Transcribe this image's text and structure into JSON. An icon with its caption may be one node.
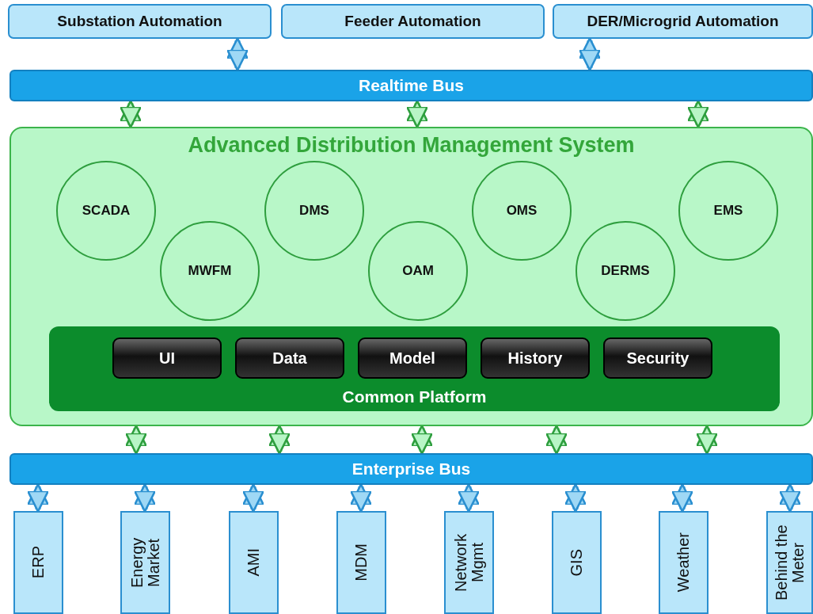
{
  "diagram": {
    "nodes": [
      {
        "text": [
          "Substation Automation"
        ]
      },
      {
        "text": [
          "Feeder Automation"
        ]
      },
      {
        "text": [
          "DER/Microgrid Automation"
        ]
      },
      {
        "text": [
          "Realtime Bus"
        ]
      },
      {
        "text": [
          "Advanced Distribution Management System"
        ]
      },
      {
        "text": [
          "SCADA"
        ],
        "in": 4
      },
      {
        "text": [
          "MWFM"
        ],
        "in": 4
      },
      {
        "text": [
          "DMS"
        ],
        "in": 4
      },
      {
        "text": [
          "OAM"
        ],
        "in": 4
      },
      {
        "text": [
          "OMS"
        ],
        "in": 4
      },
      {
        "text": [
          "DERMS"
        ],
        "in": 4
      },
      {
        "text": [
          "EMS"
        ],
        "in": 4
      },
      {
        "text": [
          "Common Platform"
        ],
        "in": 4
      },
      {
        "text": [
          "UI"
        ],
        "in": 12
      },
      {
        "text": [
          "Data"
        ],
        "in": 12
      },
      {
        "text": [
          "Model"
        ],
        "in": 12
      },
      {
        "text": [
          "History"
        ],
        "in": 12
      },
      {
        "text": [
          "Security"
        ],
        "in": 12
      },
      {
        "text": [
          "Enterprise Bus"
        ]
      },
      {
        "text": [
          "ERP"
        ]
      },
      {
        "text": [
          "Energy Market"
        ]
      },
      {
        "text": [
          "AMI"
        ]
      },
      {
        "text": [
          "MDM"
        ]
      },
      {
        "text": [
          "Network Mgmt"
        ]
      },
      {
        "text": [
          "GIS"
        ]
      },
      {
        "text": [
          "Weather"
        ]
      },
      {
        "text": [
          "Behind the Meter"
        ]
      }
    ],
    "edges": [
      {
        "from": 0,
        "to": 3,
        "arrow": "both"
      },
      {
        "from": 2,
        "to": 3,
        "arrow": "both"
      },
      {
        "from": 3,
        "to": 4,
        "arrow": "both",
        "color": "#b8f5c6"
      },
      {
        "from": 3,
        "to": 4,
        "arrow": "both",
        "color": "#b8f5c6"
      },
      {
        "from": 3,
        "to": 4,
        "arrow": "both",
        "color": "#b8f5c6"
      },
      {
        "from": 4,
        "to": 18,
        "arrow": "both",
        "color": "#b8f5c6"
      },
      {
        "from": 4,
        "to": 18,
        "arrow": "both",
        "color": "#b8f5c6"
      },
      {
        "from": 4,
        "to": 18,
        "arrow": "both",
        "color": "#b8f5c6"
      },
      {
        "from": 4,
        "to": 18,
        "arrow": "both",
        "color": "#b8f5c6"
      },
      {
        "from": 4,
        "to": 18,
        "arrow": "both",
        "color": "#b8f5c6"
      },
      {
        "from": 18,
        "to": 19,
        "arrow": "both"
      },
      {
        "from": 18,
        "to": 20,
        "arrow": "both"
      },
      {
        "from": 18,
        "to": 21,
        "arrow": "both"
      },
      {
        "from": 18,
        "to": 22,
        "arrow": "both"
      },
      {
        "from": 18,
        "to": 23,
        "arrow": "both"
      },
      {
        "from": 18,
        "to": 24,
        "arrow": "both"
      },
      {
        "from": 18,
        "to": 25,
        "arrow": "both"
      },
      {
        "from": 18,
        "to": 26,
        "arrow": "both"
      }
    ]
  }
}
